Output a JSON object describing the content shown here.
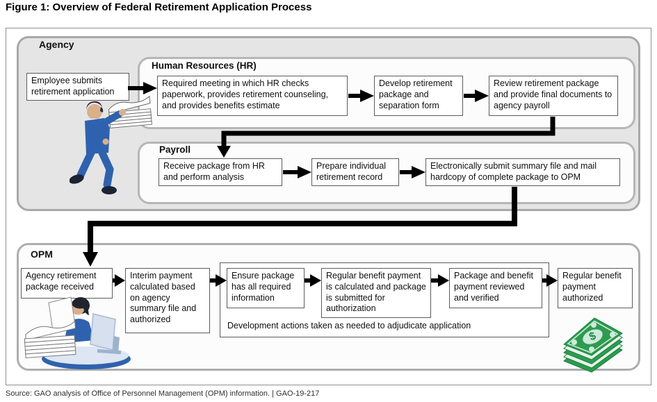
{
  "title": "Figure 1: Overview of Federal Retirement Application Process",
  "source_line": "Source: GAO analysis of Office of Personnel Management (OPM) information.  |  GAO-19-217",
  "sections": {
    "agency": {
      "label": "Agency",
      "employee_box": "Employee submits retirement application"
    },
    "hr": {
      "label": "Human Resources (HR)",
      "boxes": [
        "Required meeting in which HR checks paperwork, provides retirement counseling, and provides benefits estimate",
        "Develop retirement package and separation form",
        "Review retirement package and provide final documents to agency payroll"
      ]
    },
    "payroll": {
      "label": "Payroll",
      "boxes": [
        "Receive package from HR and perform analysis",
        "Prepare individual retirement record",
        "Electronically submit summary file and mail hardcopy of complete package to OPM"
      ]
    },
    "opm": {
      "label": "OPM",
      "boxes": [
        "Agency retirement package received",
        "Interim payment calculated based on agency summary file and authorized",
        "Ensure package has all required information",
        "Regular benefit payment is calculated and package is submitted for authorization",
        "Package and benefit payment reviewed and verified",
        "Regular benefit payment authorized"
      ],
      "development_note": "Development actions taken as needed to adjudicate application"
    }
  },
  "icons": {
    "employee": "person-carrying-papers-icon",
    "opm_worker": "person-at-desk-icon",
    "money": "money-stack-icon"
  },
  "colors": {
    "agency_fill": "#e5e5e5",
    "container_border": "#aeaeae",
    "box_border": "#5c5c5c",
    "arrow": "#000000",
    "suit_blue": "#2f62ae",
    "money_green": "#2e9b50"
  },
  "money_symbol": "$"
}
